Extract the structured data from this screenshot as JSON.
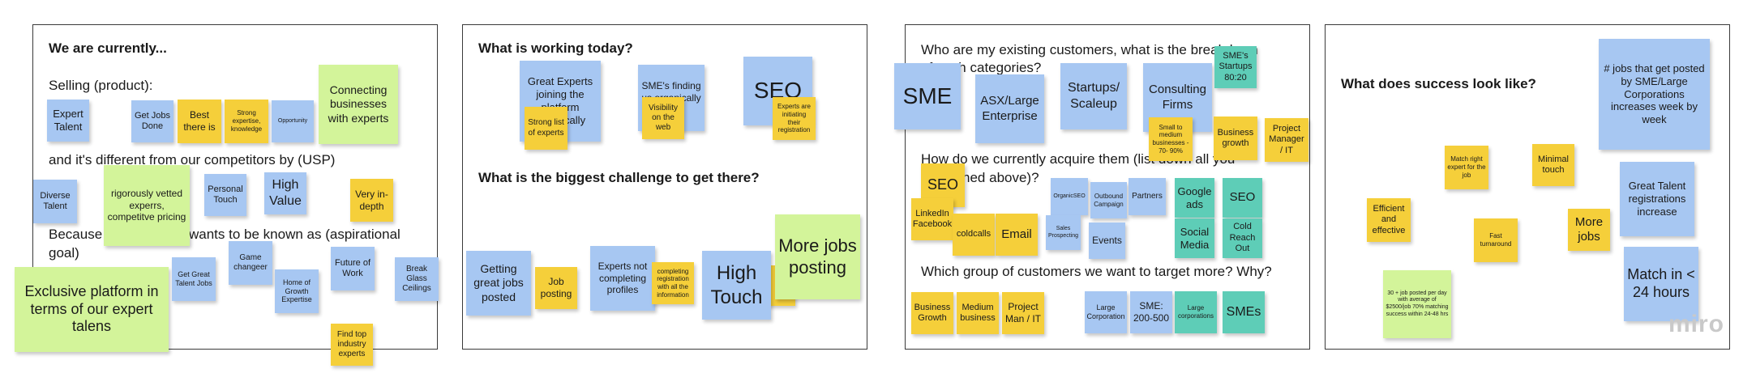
{
  "frames": {
    "f1": {
      "title": "We are currently...",
      "selling": "Selling (product):",
      "usp": "and it's different from our competitors by (USP)",
      "because_a": "Because",
      "because_b": "wants to be known as (aspirational",
      "because_c": "goal)",
      "notes": {
        "expert_talent": "Expert Talent",
        "get_jobs_done": "Get Jobs Done",
        "best_there_is": "Best there is",
        "strong_expertise": "Strong expertise, knowledge",
        "opportunity": "Opportunity",
        "connecting": "Connecting businesses with experts",
        "diverse_talent": "Diverse Talent",
        "rigorously_vetted": "rigorously vetted experrs, competitve pricing",
        "personal_touch": "Personal Touch",
        "high_value": "High Value",
        "very_in_depth": "Very in-depth",
        "exclusive_platform": "Exclusive platform in terms of our expert talens",
        "get_great_talent_jobs": "Get Great Talent Jobs",
        "game_changeer": "Game changeer",
        "home_of_growth": "Home of Growth Expertise",
        "future_of_work": "Future of Work",
        "break_glass": "Break Glass Ceilings",
        "find_top_industry": "Find top industry experts"
      }
    },
    "f2": {
      "title": "What is working today?",
      "subtitle": "What is the biggest challenge to get there?",
      "notes": {
        "great_experts": "Great Experts joining the platform organically",
        "smes_finding": "SME's finding us organically to",
        "seo": "SEO",
        "strong_list": "Strong list of experts",
        "visibility": "Visibility on the web",
        "experts_initiating": "Experts are initiating their registration",
        "getting_great_jobs": "Getting great jobs posted",
        "job_posting": "Job posting",
        "experts_not_completing": "Experts not completing profiles",
        "completing_registration": "completing registration with all the information",
        "high_touch": "High Touch",
        "more_jobs_posting": "More jobs posting"
      }
    },
    "f3": {
      "q1a": "Who are my existing customers, what is the breakdown",
      "q1b": "of each categories?",
      "q2a": "How do we currently acquire them (list down all you",
      "q2b": "mentioned above)?",
      "q3": "Which group of customers we want to target more? Why?",
      "notes": {
        "sme": "SME",
        "asx": "ASX/Large Enterprise",
        "startups": "Startups/ Scaleup",
        "consulting": "Consulting Firms",
        "sme_startups": "SME's Startups 80:20",
        "small_to_medium": "Small to medium businesses - 70- 90%",
        "business_growth": "Business growth",
        "project_manager": "Project Manager / IT",
        "seo": "SEO",
        "linkedin": "LinkedIn Facebook",
        "organic_seo": "OrganicSEO",
        "outbound": "Outbound Campaign",
        "partners": "Partners",
        "google_ads": "Google ads",
        "seo2": "SEO",
        "coldcalls": "coldcalls",
        "email": "Email",
        "sales_prospecting": "Sales Prospecting",
        "events": "Events",
        "social_media": "Social Media",
        "cold_reach": "Cold Reach Out",
        "business_growth2": "Business Growth",
        "medium_business": "Medium business",
        "project_man": "Project Man / IT",
        "large_corp": "Large Corporation",
        "sme_200": "SME: 200-500",
        "large_corps": "Large corporations",
        "smes": "SMEs"
      }
    },
    "f4": {
      "title": "What does success look like?",
      "notes": {
        "jobs_posted": "# jobs that get posted by SME/Large Corporations increases week by week",
        "match_right": "Match right expert for the job",
        "minimal_touch": "Minimal touch",
        "great_talent": "Great Talent registrations increase",
        "efficient": "Efficient and effective",
        "fast_turnaround": "Fast turnaround",
        "more_jobs": "More jobs",
        "match_24": "Match in < 24 hours",
        "thirty_jobs": "30 + job posted per day with average of $2500/job 70% matching success within 24-48 hrs"
      }
    }
  },
  "brand": "miro"
}
